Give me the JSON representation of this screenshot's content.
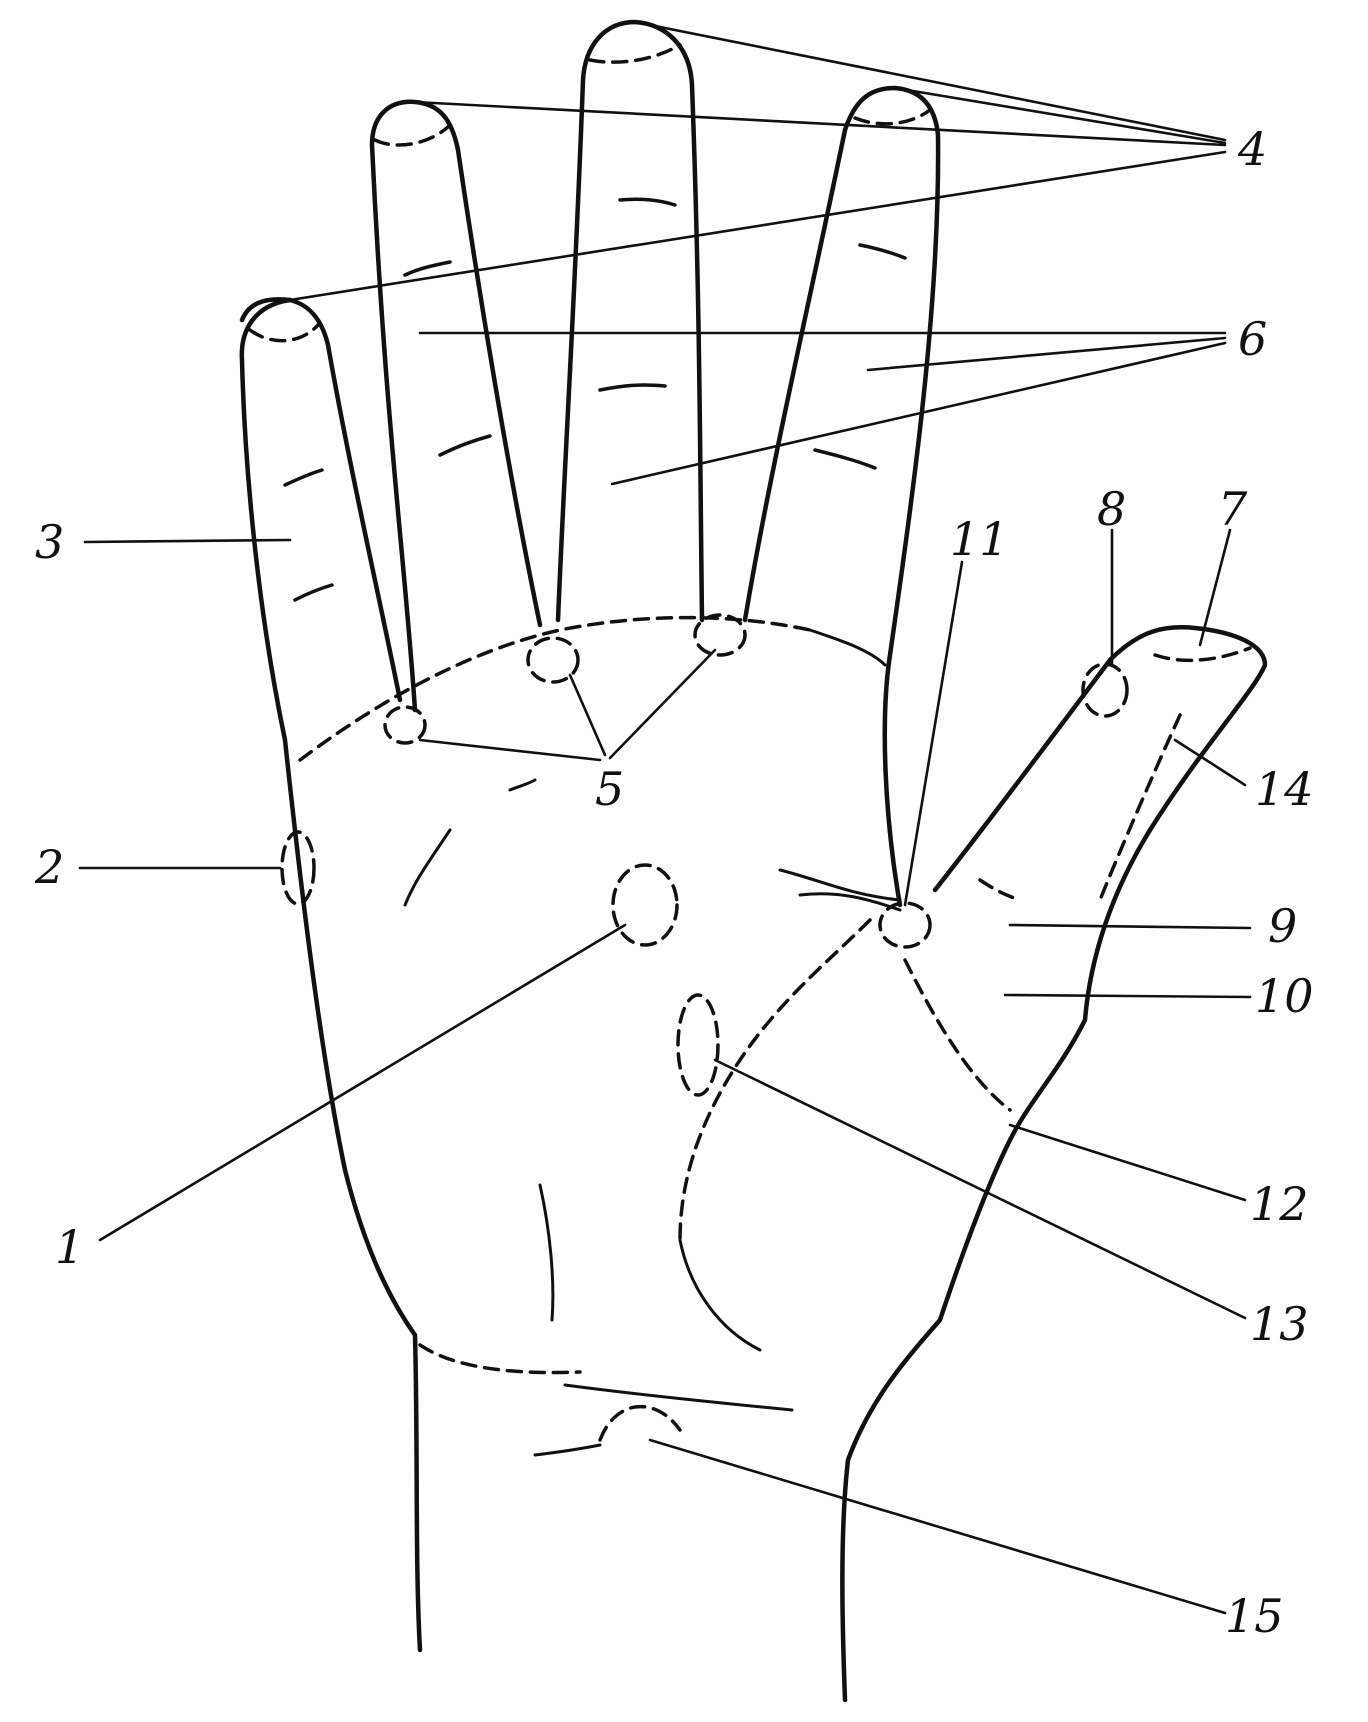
{
  "labels": {
    "n1": "1",
    "n2": "2",
    "n3": "3",
    "n4": "4",
    "n5": "5",
    "n6": "6",
    "n7": "7",
    "n8": "8",
    "n9": "9",
    "n10": "10",
    "n11": "11",
    "n12": "12",
    "n13": "13",
    "n14": "14",
    "n15": "15"
  },
  "colors": {
    "ink": "#111111",
    "background": "#ffffff"
  }
}
